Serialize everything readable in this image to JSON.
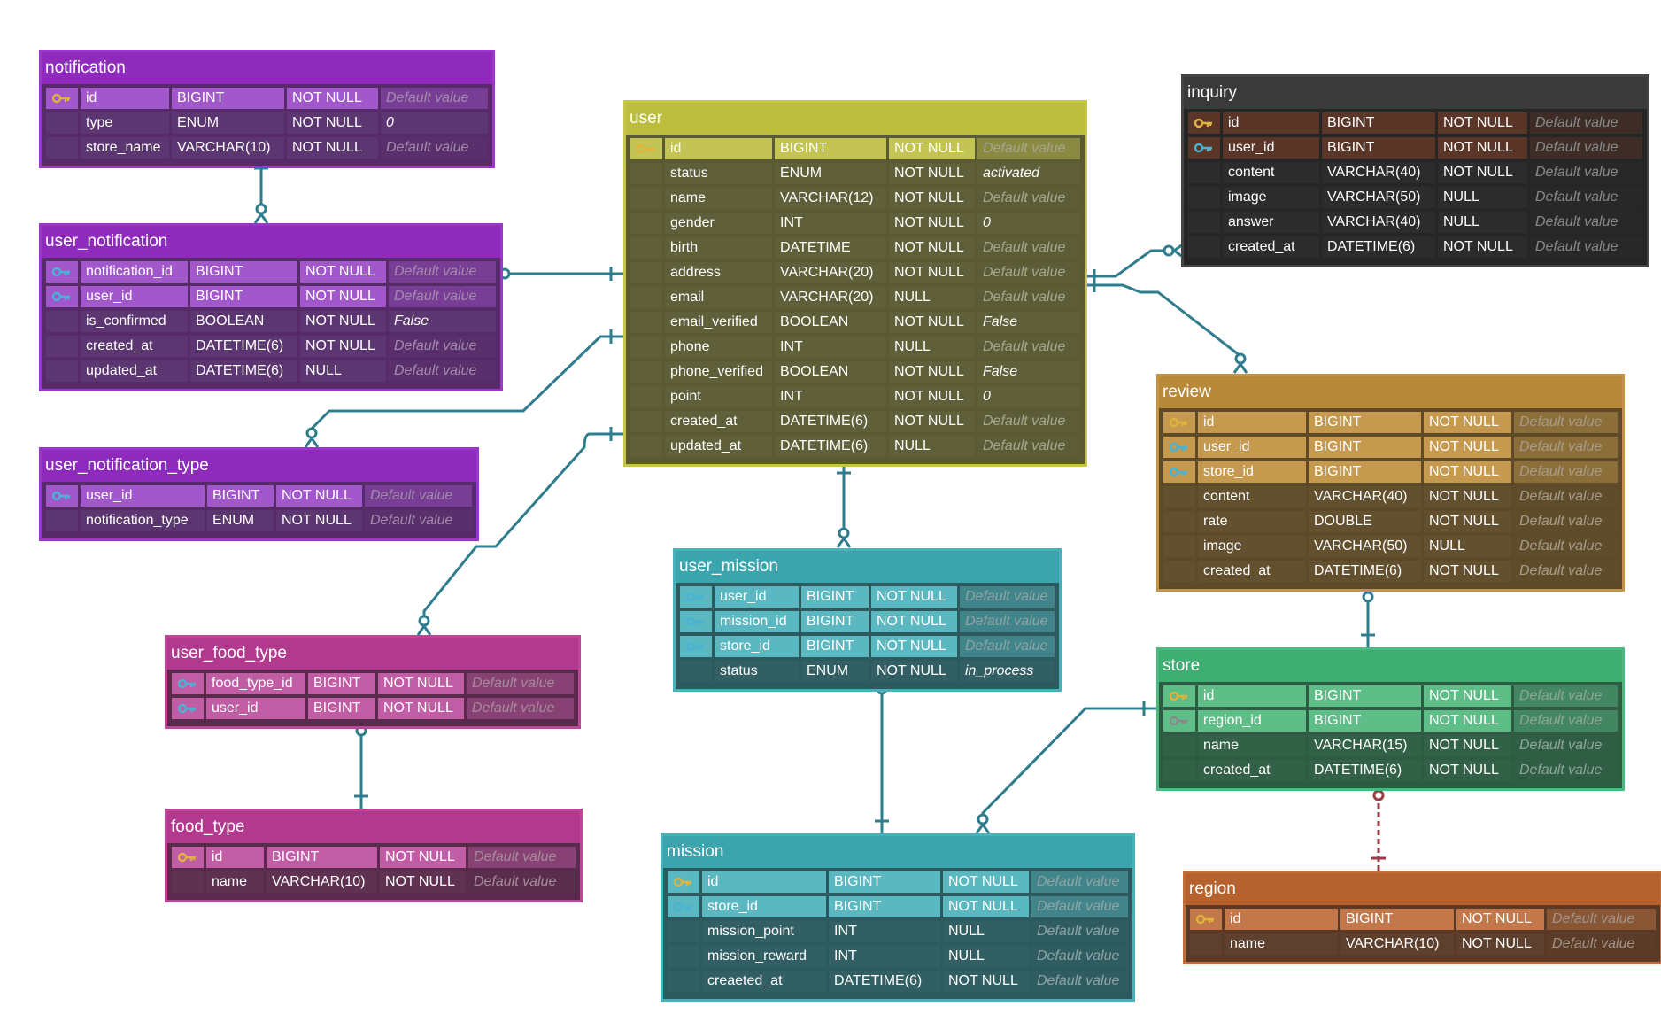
{
  "diagram": {
    "tables": [
      {
        "id": "notification",
        "name": "notification",
        "colors": {
          "header": "#8e2bbd",
          "border": "#9a37c9",
          "body": "#572a6a",
          "cell_light": "#a257cb",
          "cell_dark": "#5c3670"
        },
        "columns": [
          {
            "key": "primary",
            "name": "id",
            "type": "BIGINT",
            "null": "NOT NULL",
            "default": "Default value"
          },
          {
            "key": "",
            "name": "type",
            "type": "ENUM",
            "null": "NOT NULL",
            "default": "0"
          },
          {
            "key": "",
            "name": "store_name",
            "type": "VARCHAR(10)",
            "null": "NOT NULL",
            "default": "Default value"
          }
        ]
      },
      {
        "id": "user_notification",
        "name": "user_notification",
        "colors": {
          "header": "#8e2bbd",
          "border": "#9a37c9",
          "body": "#572a6a",
          "cell_light": "#a257cb",
          "cell_dark": "#5c3670"
        },
        "columns": [
          {
            "key": "foreign",
            "name": "notification_id",
            "type": "BIGINT",
            "null": "NOT NULL",
            "default": "Default value"
          },
          {
            "key": "foreign",
            "name": "user_id",
            "type": "BIGINT",
            "null": "NOT NULL",
            "default": "Default value"
          },
          {
            "key": "",
            "name": "is_confirmed",
            "type": "BOOLEAN",
            "null": "NOT NULL",
            "default": "False"
          },
          {
            "key": "",
            "name": "created_at",
            "type": "DATETIME(6)",
            "null": "NOT NULL",
            "default": "Default value"
          },
          {
            "key": "",
            "name": "updated_at",
            "type": "DATETIME(6)",
            "null": "NULL",
            "default": "Default value"
          }
        ]
      },
      {
        "id": "user_notification_type",
        "name": "user_notification_type",
        "colors": {
          "header": "#8e2bbd",
          "border": "#9a37c9",
          "body": "#572a6a",
          "cell_light": "#a257cb",
          "cell_dark": "#5c3670"
        },
        "columns": [
          {
            "key": "foreign",
            "name": "user_id",
            "type": "BIGINT",
            "null": "NOT NULL",
            "default": "Default value"
          },
          {
            "key": "",
            "name": "notification_type",
            "type": "ENUM",
            "null": "NOT NULL",
            "default": "Default value"
          }
        ]
      },
      {
        "id": "user",
        "name": "user",
        "colors": {
          "header": "#bcbc3f",
          "border": "#c6c64a",
          "body": "#5b5b33",
          "cell_light": "#c4c455",
          "cell_dark": "#5f5f3a"
        },
        "columns": [
          {
            "key": "primary",
            "name": "id",
            "type": "BIGINT",
            "null": "NOT NULL",
            "default": "Default value"
          },
          {
            "key": "",
            "name": "status",
            "type": "ENUM",
            "null": "NOT NULL",
            "default": "activated"
          },
          {
            "key": "",
            "name": "name",
            "type": "VARCHAR(12)",
            "null": "NOT NULL",
            "default": "Default value"
          },
          {
            "key": "",
            "name": "gender",
            "type": "INT",
            "null": "NOT NULL",
            "default": "0"
          },
          {
            "key": "",
            "name": "birth",
            "type": "DATETIME",
            "null": "NOT NULL",
            "default": "Default value"
          },
          {
            "key": "",
            "name": "address",
            "type": "VARCHAR(20)",
            "null": "NOT NULL",
            "default": "Default value"
          },
          {
            "key": "",
            "name": "email",
            "type": "VARCHAR(20)",
            "null": "NULL",
            "default": "Default value"
          },
          {
            "key": "",
            "name": "email_verified",
            "type": "BOOLEAN",
            "null": "NOT NULL",
            "default": "False"
          },
          {
            "key": "",
            "name": "phone",
            "type": "INT",
            "null": "NULL",
            "default": "Default value"
          },
          {
            "key": "",
            "name": "phone_verified",
            "type": "BOOLEAN",
            "null": "NOT NULL",
            "default": "False"
          },
          {
            "key": "",
            "name": "point",
            "type": "INT",
            "null": "NOT NULL",
            "default": "0"
          },
          {
            "key": "",
            "name": "created_at",
            "type": "DATETIME(6)",
            "null": "NOT NULL",
            "default": "Default value"
          },
          {
            "key": "",
            "name": "updated_at",
            "type": "DATETIME(6)",
            "null": "NULL",
            "default": "Default value"
          }
        ]
      },
      {
        "id": "inquiry",
        "name": "inquiry",
        "colors": {
          "header": "#3a3a3a",
          "border": "#444444",
          "body": "#262626",
          "cell_light": "#5a3628",
          "cell_dark": "#2c2c2c"
        },
        "columns": [
          {
            "key": "primary",
            "name": "id",
            "type": "BIGINT",
            "null": "NOT NULL",
            "default": "Default value"
          },
          {
            "key": "foreign",
            "name": "user_id",
            "type": "BIGINT",
            "null": "NOT NULL",
            "default": "Default value"
          },
          {
            "key": "",
            "name": "content",
            "type": "VARCHAR(40)",
            "null": "NOT NULL",
            "default": "Default value"
          },
          {
            "key": "",
            "name": "image",
            "type": "VARCHAR(50)",
            "null": "NULL",
            "default": "Default value"
          },
          {
            "key": "",
            "name": "answer",
            "type": "VARCHAR(40)",
            "null": "NULL",
            "default": "Default value"
          },
          {
            "key": "",
            "name": "created_at",
            "type": "DATETIME(6)",
            "null": "NOT NULL",
            "default": "Default value"
          }
        ]
      },
      {
        "id": "review",
        "name": "review",
        "colors": {
          "header": "#b9893a",
          "border": "#c49445",
          "body": "#5e4a28",
          "cell_light": "#c59a4f",
          "cell_dark": "#62502f"
        },
        "columns": [
          {
            "key": "primary",
            "name": "id",
            "type": "BIGINT",
            "null": "NOT NULL",
            "default": "Default value"
          },
          {
            "key": "foreign",
            "name": "user_id",
            "type": "BIGINT",
            "null": "NOT NULL",
            "default": "Default value"
          },
          {
            "key": "foreign",
            "name": "store_id",
            "type": "BIGINT",
            "null": "NOT NULL",
            "default": "Default value"
          },
          {
            "key": "",
            "name": "content",
            "type": "VARCHAR(40)",
            "null": "NOT NULL",
            "default": "Default value"
          },
          {
            "key": "",
            "name": "rate",
            "type": "DOUBLE",
            "null": "NOT NULL",
            "default": "Default value"
          },
          {
            "key": "",
            "name": "image",
            "type": "VARCHAR(50)",
            "null": "NULL",
            "default": "Default value"
          },
          {
            "key": "",
            "name": "created_at",
            "type": "DATETIME(6)",
            "null": "NOT NULL",
            "default": "Default value"
          }
        ]
      },
      {
        "id": "user_mission",
        "name": "user_mission",
        "colors": {
          "header": "#3ba5ae",
          "border": "#48b1ba",
          "body": "#2d5a5e",
          "cell_light": "#5bb8c0",
          "cell_dark": "#325f63"
        },
        "columns": [
          {
            "key": "foreign",
            "name": "user_id",
            "type": "BIGINT",
            "null": "NOT NULL",
            "default": "Default value"
          },
          {
            "key": "foreign",
            "name": "mission_id",
            "type": "BIGINT",
            "null": "NOT NULL",
            "default": "Default value"
          },
          {
            "key": "foreign",
            "name": "store_id",
            "type": "BIGINT",
            "null": "NOT NULL",
            "default": "Default value"
          },
          {
            "key": "",
            "name": "status",
            "type": "ENUM",
            "null": "NOT NULL",
            "default": "in_process"
          }
        ]
      },
      {
        "id": "user_food_type",
        "name": "user_food_type",
        "colors": {
          "header": "#b13a8e",
          "border": "#bd4699",
          "body": "#5a2a4c",
          "cell_light": "#c05da4",
          "cell_dark": "#5e3250"
        },
        "columns": [
          {
            "key": "foreign",
            "name": "food_type_id",
            "type": "BIGINT",
            "null": "NOT NULL",
            "default": "Default value"
          },
          {
            "key": "foreign",
            "name": "user_id",
            "type": "BIGINT",
            "null": "NOT NULL",
            "default": "Default value"
          }
        ]
      },
      {
        "id": "food_type",
        "name": "food_type",
        "colors": {
          "header": "#b13a8e",
          "border": "#bd4699",
          "body": "#5a2a4c",
          "cell_light": "#c05da4",
          "cell_dark": "#5e3250"
        },
        "columns": [
          {
            "key": "primary",
            "name": "id",
            "type": "BIGINT",
            "null": "NOT NULL",
            "default": "Default value"
          },
          {
            "key": "",
            "name": "name",
            "type": "VARCHAR(10)",
            "null": "NOT NULL",
            "default": "Default value"
          }
        ]
      },
      {
        "id": "store",
        "name": "store",
        "colors": {
          "header": "#3fae72",
          "border": "#4cba7e",
          "body": "#2d5c43",
          "cell_light": "#5fbd88",
          "cell_dark": "#336148"
        },
        "columns": [
          {
            "key": "primary",
            "name": "id",
            "type": "BIGINT",
            "null": "NOT NULL",
            "default": "Default value"
          },
          {
            "key": "foreign-gray",
            "name": "region_id",
            "type": "BIGINT",
            "null": "NOT NULL",
            "default": "Default value"
          },
          {
            "key": "",
            "name": "name",
            "type": "VARCHAR(15)",
            "null": "NOT NULL",
            "default": "Default value"
          },
          {
            "key": "",
            "name": "created_at",
            "type": "DATETIME(6)",
            "null": "NOT NULL",
            "default": "Default value"
          }
        ]
      },
      {
        "id": "mission",
        "name": "mission",
        "colors": {
          "header": "#3ba5ae",
          "border": "#48b1ba",
          "body": "#2d5a5e",
          "cell_light": "#5bb8c0",
          "cell_dark": "#325f63"
        },
        "columns": [
          {
            "key": "primary",
            "name": "id",
            "type": "BIGINT",
            "null": "NOT NULL",
            "default": "Default value"
          },
          {
            "key": "foreign",
            "name": "store_id",
            "type": "BIGINT",
            "null": "NOT NULL",
            "default": "Default value"
          },
          {
            "key": "",
            "name": "mission_point",
            "type": "INT",
            "null": "NULL",
            "default": "Default value"
          },
          {
            "key": "",
            "name": "mission_reward",
            "type": "INT",
            "null": "NULL",
            "default": "Default value"
          },
          {
            "key": "",
            "name": "creaeted_at",
            "type": "DATETIME(6)",
            "null": "NOT NULL",
            "default": "Default value"
          }
        ]
      },
      {
        "id": "region",
        "name": "region",
        "colors": {
          "header": "#b5622f",
          "border": "#c06d3a",
          "body": "#5a3a26",
          "cell_light": "#c2784a",
          "cell_dark": "#5e402e"
        },
        "columns": [
          {
            "key": "primary",
            "name": "id",
            "type": "BIGINT",
            "null": "NOT NULL",
            "default": "Default value"
          },
          {
            "key": "",
            "name": "name",
            "type": "VARCHAR(10)",
            "null": "NOT NULL",
            "default": "Default value"
          }
        ]
      }
    ],
    "relationships": [
      {
        "from": "notification",
        "to": "user_notification",
        "kind": "one-to-zero-or-many"
      },
      {
        "from": "user",
        "to": "user_notification",
        "kind": "one-to-zero-or-many"
      },
      {
        "from": "user",
        "to": "user_notification_type",
        "kind": "one-to-zero-or-many"
      },
      {
        "from": "user",
        "to": "user_food_type",
        "kind": "one-to-zero-or-many"
      },
      {
        "from": "food_type",
        "to": "user_food_type",
        "kind": "one-to-zero-or-many"
      },
      {
        "from": "user",
        "to": "user_mission",
        "kind": "one-to-zero-or-many"
      },
      {
        "from": "mission",
        "to": "user_mission",
        "kind": "one-to-zero-or-many"
      },
      {
        "from": "user",
        "to": "inquiry",
        "kind": "one-to-zero-or-many"
      },
      {
        "from": "user",
        "to": "review",
        "kind": "one-to-zero-or-many"
      },
      {
        "from": "store",
        "to": "review",
        "kind": "one-to-zero-or-many"
      },
      {
        "from": "store",
        "to": "mission",
        "kind": "one-to-zero-or-many"
      },
      {
        "from": "region",
        "to": "store",
        "kind": "one-to-zero-or-many",
        "style": "dashed"
      }
    ],
    "link_color": "#2f7d8c",
    "key_colors": {
      "primary": "#e0b43c",
      "foreign": "#49b3d6",
      "foreign-gray": "#8a8a8a"
    }
  }
}
